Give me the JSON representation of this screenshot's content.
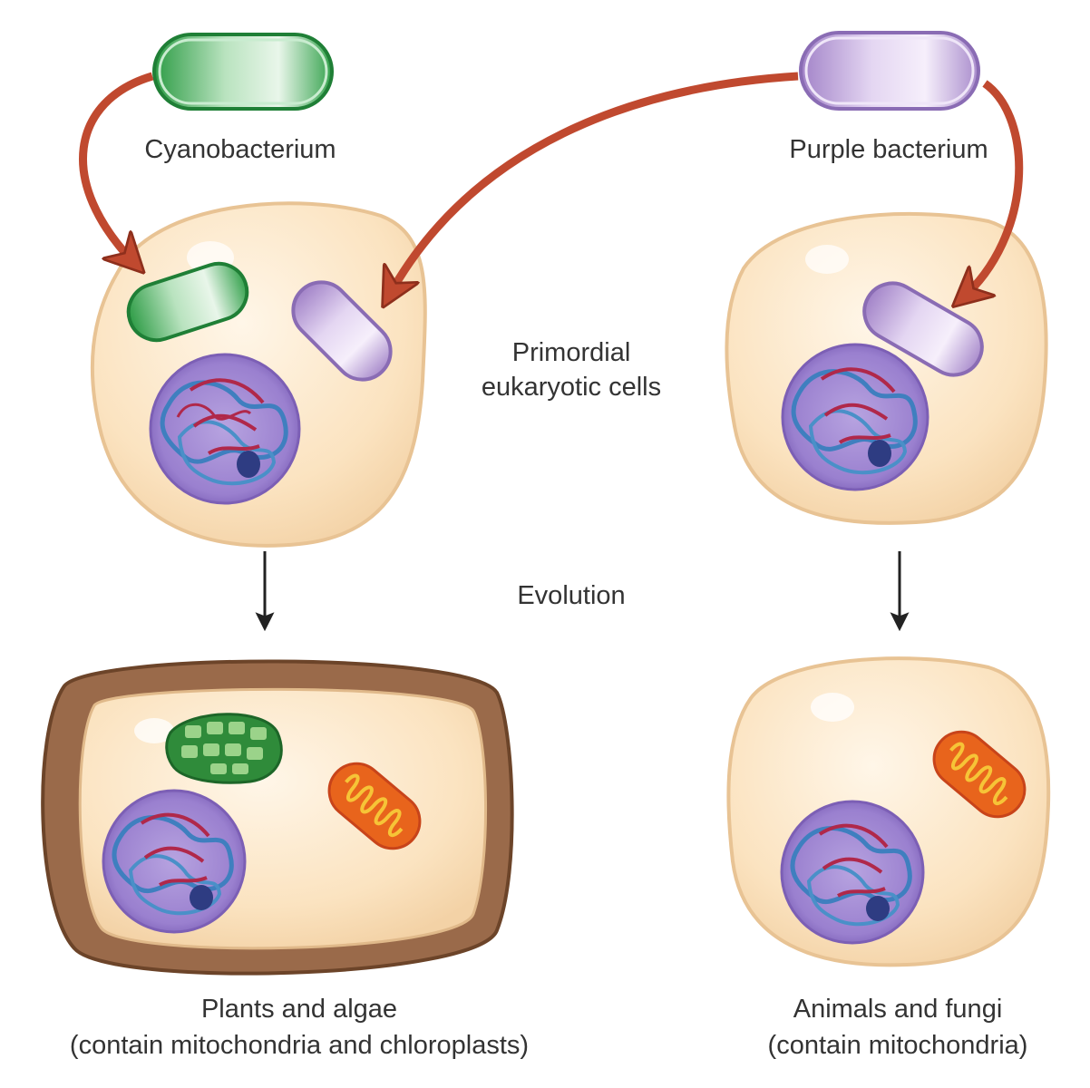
{
  "labels": {
    "cyanobacterium": "Cyanobacterium",
    "purple_bacterium": "Purple bacterium",
    "primordial_line1": "Primordial",
    "primordial_line2": "eukaryotic cells",
    "evolution": "Evolution",
    "plants_line1": "Plants and algae",
    "plants_line2": "(contain mitochondria and chloroplasts)",
    "animals_line1": "Animals and fungi",
    "animals_line2": "(contain mitochondria)"
  },
  "colors": {
    "cell_fill": "#fbe6c6",
    "cell_outline": "#e9c293",
    "cyanobacterium": "#2fa24a",
    "purple_bacterium": "#a98ccc",
    "nucleus": "#8a6cc0",
    "nucleus_blue": "#3f7fbf",
    "nucleus_red": "#b0284a",
    "mitochondrion": "#e8641c",
    "chloroplast": "#2f8b3a",
    "cell_wall": "#9a6a4a",
    "arrow_red": "#c0492f",
    "arrow_black": "#222222",
    "text": "#333333"
  }
}
